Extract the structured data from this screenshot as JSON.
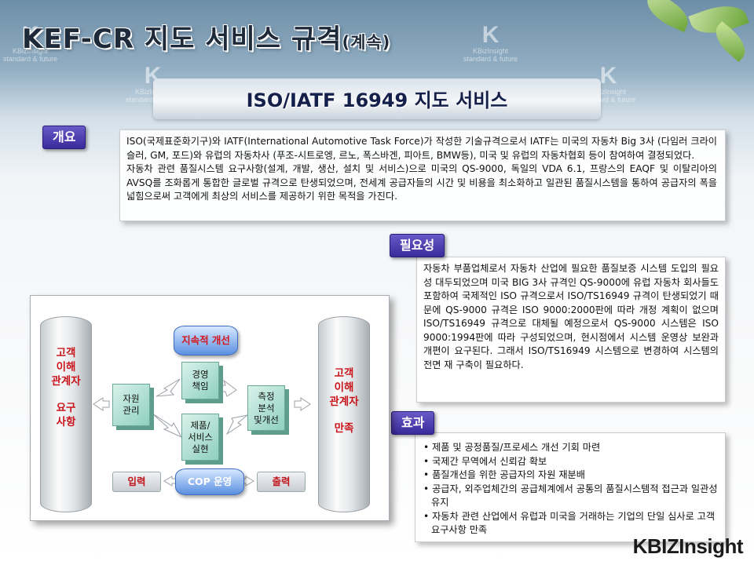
{
  "header": {
    "title": "KEF-CR 지도 서비스 규격",
    "title_suffix": "(계속)",
    "subtitle": "ISO/IATF 16949 지도 서비스"
  },
  "sections": {
    "overview": {
      "tag": "개요",
      "paragraphs": [
        "ISO(국제표준화기구)와 IATF(International Automotive Task Force)가 작성한 기술규격으로서 IATF는 미국의 자동차 Big 3사 (다임러 크라이슬러, GM, 포드)와 유럽의 자동차사 (푸조-시트로엥, 르노, 폭스바겐, 피아트, BMW등), 미국 및 유럽의 자동차협회 등이 참여하여 결정되었다.",
        "자동차 관련 품질시스템 요구사항(설계, 개발, 생산, 설치 및 서비스)으로 미국의 QS-9000, 독일의 VDA 6.1, 프랑스의 EAQF 및 이탈리아의 AVSQ를 조화롭게 통합한 글로벌 규격으로 탄생되었으며, 전세계 공급자들의 시간 및 비용을 최소화하고 일관된 품질시스템을 통하여 공급자의 폭을 넓힘으로써 고객에게 최상의 서비스를 제공하기 위한 목적을 가진다."
      ]
    },
    "necessity": {
      "tag": "필요성",
      "text": "자동차 부품업체로서 자동차 산업에 필요한 품질보증 시스템 도입의 필요성 대두되었으며 미국 BIG 3사 규격인 QS-9000에 유럽 자동차 회사들도 포함하여 국제적인 ISO 규격으로서 ISO/TS16949 규격이 탄생되었기 때문에 QS-9000 규격은 ISO 9000:2000판에 따라 개정 계획이 없으며 ISO/TS16949 규격으로 대체될 예정으로서 QS-9000 시스템은 ISO 9000:1994판에 따라 구성되었으며, 현시점에서 시스템 운영상 보완과 개편이 요구된다. 그래서 ISO/TS16949 시스템으로 변경하여 시스템의 전면 재 구축이 필요하다."
    },
    "effect": {
      "tag": "효과",
      "items": [
        "제품 및 공정품질/프로세스 개선 기회 마련",
        "국제간 무역에서 신뢰감 확보",
        "품질개선을 위한 공급자의 자원 재분배",
        "공급자, 외주업체간의 공급체계에서 공통의 품질시스템적 접근과 일관성 유지",
        "자동차 관련 산업에서 유럽과 미국을 거래하는 기업의 단일 심사로 고객 요구사항 만족"
      ]
    }
  },
  "diagram": {
    "left_pillar": {
      "line1": "고객",
      "line2": "이해",
      "line3": "관계자",
      "line4": "요구",
      "line5": "사항"
    },
    "right_pillar": {
      "line1": "고객",
      "line2": "이해",
      "line3": "관계자",
      "line4": "만족"
    },
    "continuous_improvement": "지속적 개선",
    "management_responsibility": {
      "line1": "경영",
      "line2": "책임"
    },
    "resource_management": {
      "line1": "자원",
      "line2": "관리"
    },
    "measurement": {
      "line1": "측정",
      "line2": "분석",
      "line3": "및개선"
    },
    "product_realization": {
      "line1": "제품/",
      "line2": "서비스",
      "line3": "실현"
    },
    "input": "입력",
    "cop": "COP 운영",
    "output": "출력"
  },
  "watermark": {
    "brand": "KBizInsight",
    "tagline": "standard & future"
  },
  "logo": "KBIZInsight",
  "colors": {
    "tag": "#4a3ab0",
    "diagram_red": "#c8141a",
    "cube": "#8fd0be"
  }
}
